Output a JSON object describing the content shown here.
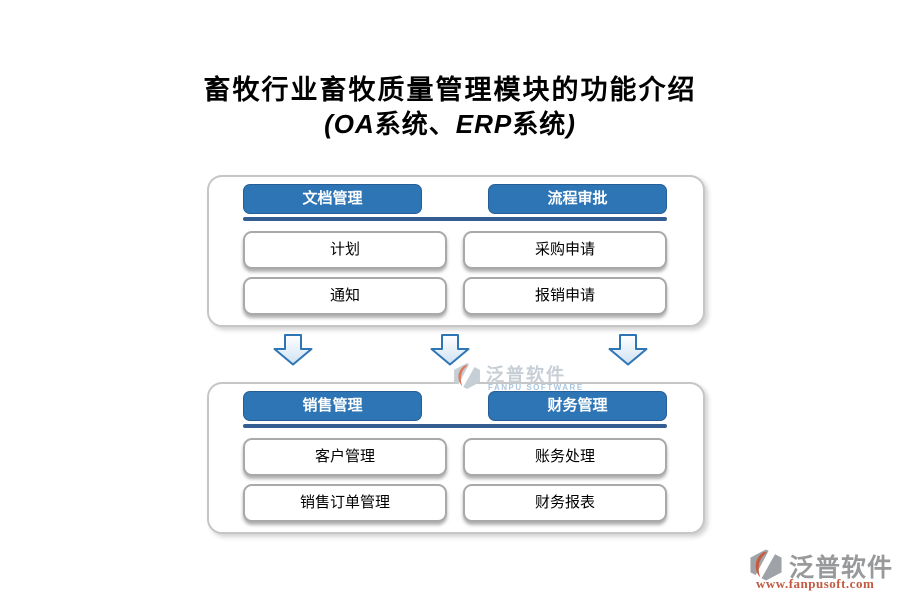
{
  "title": {
    "line1": "畜牧行业畜牧质量管理模块的功能介绍",
    "subtitle_parts": {
      "open": "(",
      "latin1": "OA",
      "mid": "系统、",
      "latin2": "ERP",
      "tail": "系统",
      "close": ")"
    }
  },
  "panels": [
    {
      "columns": [
        {
          "header": "文档管理",
          "items": [
            "计划",
            "通知"
          ]
        },
        {
          "header": "流程审批",
          "items": [
            "采购申请",
            "报销申请"
          ]
        }
      ]
    },
    {
      "columns": [
        {
          "header": "销售管理",
          "items": [
            "客户管理",
            "销售订单管理"
          ]
        },
        {
          "header": "财务管理",
          "items": [
            "账务处理",
            "财务报表"
          ]
        }
      ]
    }
  ],
  "watermarks": {
    "center": {
      "brand": "泛普软件",
      "subtext": "FANPU SOFTWARE"
    },
    "corner": {
      "brand": "泛普软件",
      "url": "www.fanpusoft.com"
    }
  },
  "colors": {
    "header_blue": "#2E75B6",
    "header_border": "#255E96",
    "divider_blue": "#345D92",
    "arrow_blue": "#2E75B6",
    "panel_border": "#C6C6C6",
    "item_border": "#A9A9A9",
    "watermark_gray": "#97999B",
    "watermark_orange": "#C05A43",
    "watermark_light": "#C7CED6"
  }
}
